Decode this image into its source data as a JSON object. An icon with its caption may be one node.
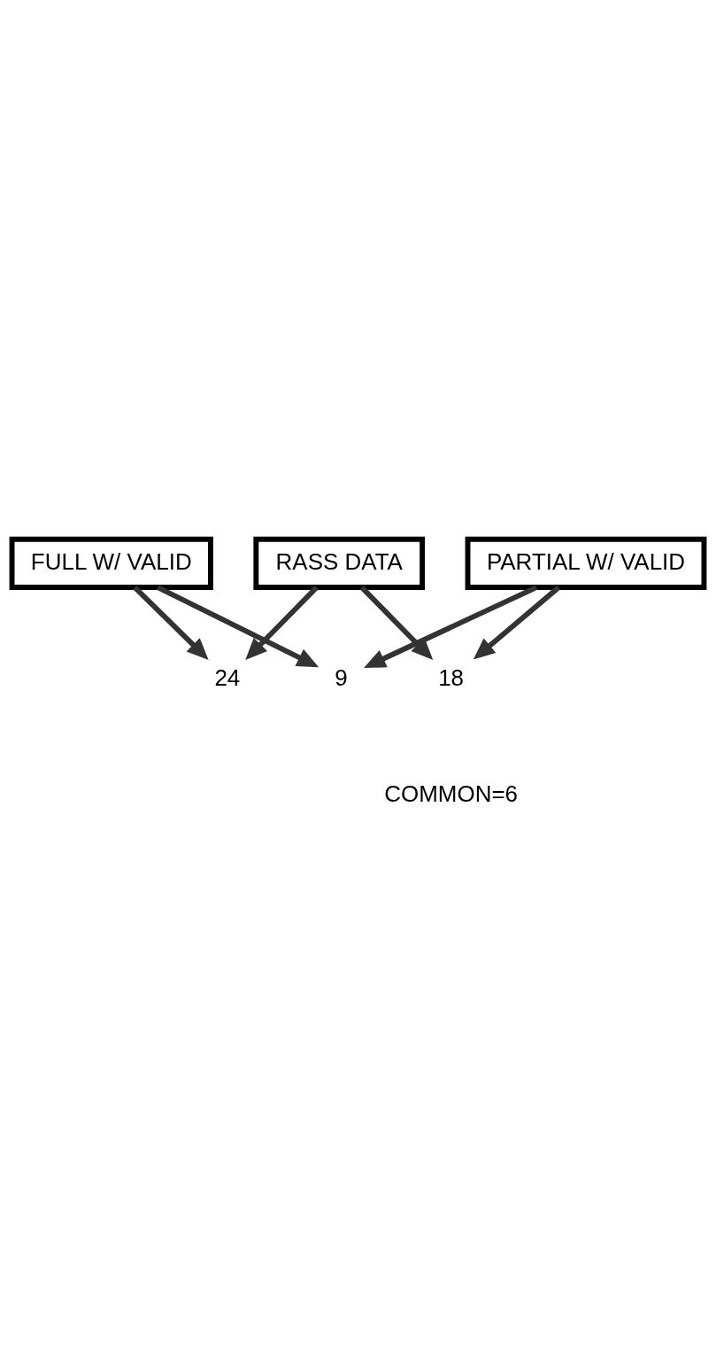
{
  "diagram": {
    "nodes": [
      {
        "text": [
          "24"
        ]
      },
      {
        "text": [
          "FULL W/ VALID"
        ]
      },
      {
        "text": [
          "PARTIAL W/ VALID"
        ]
      },
      {
        "text": [
          "RASS DATA"
        ]
      },
      {
        "text": [
          "9"
        ]
      },
      {
        "text": [
          "18"
        ]
      }
    ],
    "edges": [
      {
        "from": 1,
        "to": 0,
        "arrow": "to"
      },
      {
        "from": 3,
        "to": 0,
        "arrow": "to"
      },
      {
        "from": 1,
        "to": 4,
        "arrow": "to"
      },
      {
        "from": 2,
        "to": 4,
        "arrow": "to"
      },
      {
        "from": 2,
        "to": 5,
        "arrow": "to"
      },
      {
        "from": 3,
        "to": 5,
        "arrow": "to"
      }
    ],
    "labels": [
      "COMMON=6"
    ]
  }
}
